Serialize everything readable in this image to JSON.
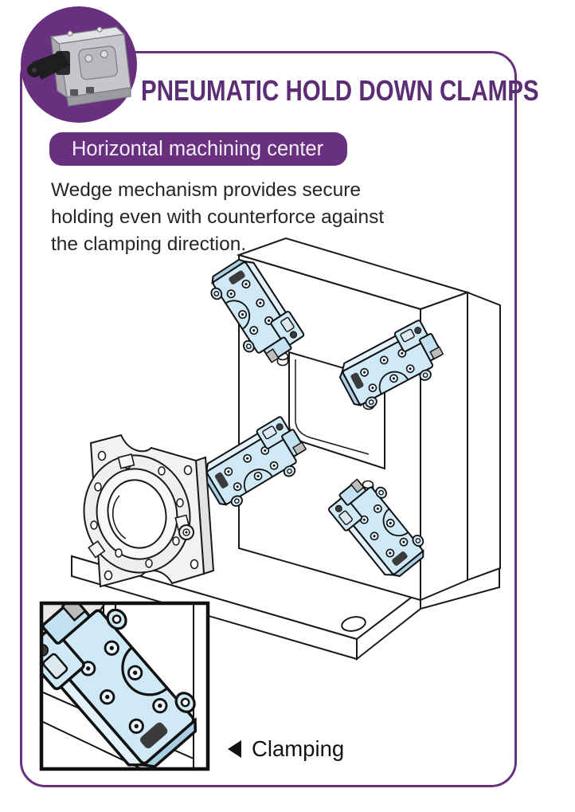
{
  "page": {
    "title": "PNEUMATIC HOLD DOWN CLAMPS",
    "category_pill": "Horizontal machining center",
    "description_lines": [
      "Wedge mechanism provides secure",
      "holding even with counterforce against",
      "the clamping direction."
    ],
    "caption": {
      "marker_icon": "left-pointing-triangle",
      "label": "Clamping"
    }
  },
  "badge": {
    "icon": "pneumatic-clamp-product-photo",
    "shape": "purple-circle"
  },
  "illustration": {
    "name": "horizontal-machining-center-fixture",
    "elements": [
      "angle-plate-fixture",
      "base-plate-with-mounting-holes",
      "rectangular-window-opening",
      "pneumatic-hold-down-clamp-top-left",
      "pneumatic-hold-down-clamp-right",
      "pneumatic-hold-down-clamp-left",
      "pneumatic-hold-down-clamp-bottom-right",
      "workpiece-round-flange",
      "locating-pins",
      "detail-inset-clamping-view"
    ]
  },
  "colors": {
    "brand_purple": "#693080",
    "title_purple": "#5B2D74",
    "clamp_blue": "#CFE9F7",
    "line_black": "#1A1A1A",
    "inset_border": "#111111",
    "metal_gray": "#C6C7CB",
    "background": "#FFFFFF"
  }
}
